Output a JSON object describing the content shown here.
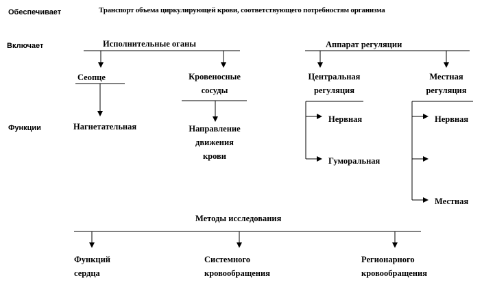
{
  "row_labels": {
    "provides": "Обеспечивает",
    "includes": "Включает",
    "functions": "Функции"
  },
  "provides_text": "Транспорт объема циркулирующей крови, соответствующего потребностям организма",
  "executive_organs": {
    "title": "Исполнительные оганы",
    "heart": {
      "label": "Сеопце",
      "function": "Нагнетательная"
    },
    "vessels": {
      "label_1": "Кровеносные",
      "label_2": "сосуды",
      "function_1": "Направление",
      "function_2": "движения",
      "function_3": "крови"
    }
  },
  "regulation": {
    "title": "Аппарат регуляции",
    "central": {
      "label_1": "Центральная",
      "label_2": "регуляция",
      "item_1": "Нервная",
      "item_2": "Гуморальная"
    },
    "local": {
      "label_1": "Местная",
      "label_2": "регуляция",
      "item_1": "Нервная",
      "item_2": "Местная"
    }
  },
  "methods": {
    "title": "Методы исследования",
    "m1_1": "Функций",
    "m1_2": "сердца",
    "m2_1": "Системного",
    "m2_2": "кровообращения",
    "m3_1": "Регионарного",
    "m3_2": "кровообращения"
  }
}
